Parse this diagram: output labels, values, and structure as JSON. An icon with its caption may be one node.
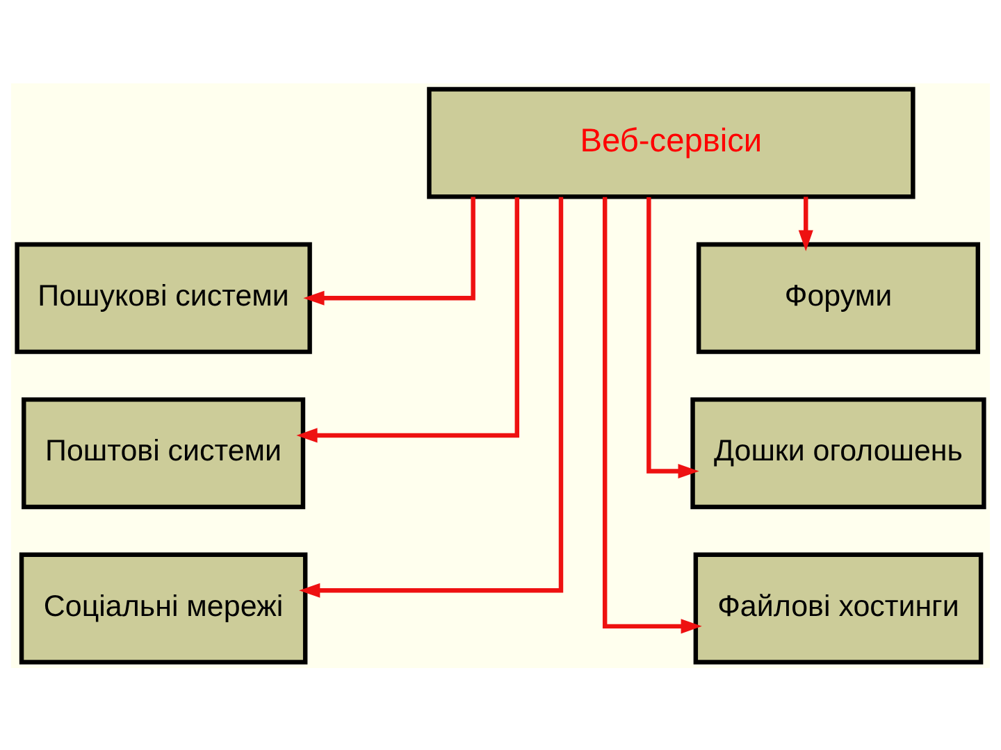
{
  "diagram": {
    "nodes": [
      {
        "text": [
          "Веб-сервіси"
        ]
      },
      {
        "text": [
          "Пошукові системи"
        ]
      },
      {
        "text": [
          "Форуми"
        ]
      },
      {
        "text": [
          "Поштові системи"
        ]
      },
      {
        "text": [
          "Дошки оголошень"
        ]
      },
      {
        "text": [
          "Соціальні мережі"
        ]
      },
      {
        "text": [
          "Файлові хостинги"
        ]
      }
    ],
    "edges": [
      {
        "from": 0,
        "to": 1,
        "arrow": "to"
      },
      {
        "from": 0,
        "to": 2,
        "arrow": "to"
      },
      {
        "from": 0,
        "to": 3,
        "arrow": "to"
      },
      {
        "from": 0,
        "to": 4,
        "arrow": "to"
      },
      {
        "from": 0,
        "to": 5,
        "arrow": "to"
      },
      {
        "from": 0,
        "to": 6,
        "arrow": "to"
      }
    ]
  }
}
